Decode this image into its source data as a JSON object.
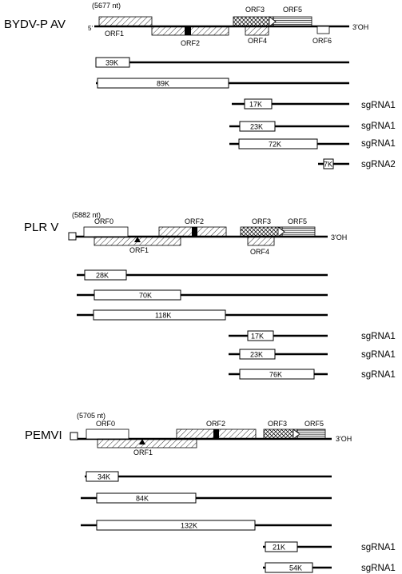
{
  "bydv": {
    "name": "BYDV-P  AV",
    "length": "(5677 nt)",
    "five_prime": "5'",
    "three_prime": "3'OH",
    "orfs": [
      "ORF1",
      "ORF2",
      "ORF3",
      "ORF4",
      "ORF5",
      "ORF6"
    ],
    "products": [
      "39K",
      "89K",
      "17K",
      "23K",
      "72K",
      "7K"
    ],
    "sgrna": [
      "sgRNA1",
      "sgRNA1",
      "sgRNA1",
      "sgRNA2"
    ]
  },
  "plrv": {
    "name": "PLR V",
    "length": "(5882 nt)",
    "three_prime": "3'OH",
    "orfs": [
      "ORF0",
      "ORF1",
      "ORF2",
      "ORF3",
      "ORF4",
      "ORF5"
    ],
    "products": [
      "28K",
      "70K",
      "118K",
      "17K",
      "23K",
      "76K"
    ],
    "sgrna": [
      "sgRNA1",
      "sgRNA1",
      "sgRNA1"
    ]
  },
  "pemv": {
    "name": "PEMVI",
    "length": "(5705 nt)",
    "three_prime": "3'OH",
    "orfs": [
      "ORF0",
      "ORF1",
      "ORF2",
      "ORF3",
      "ORF5"
    ],
    "products": [
      "34K",
      "84K",
      "132K",
      "21K",
      "54K"
    ],
    "sgrna": [
      "sgRNA1",
      "sgRNA1"
    ]
  }
}
